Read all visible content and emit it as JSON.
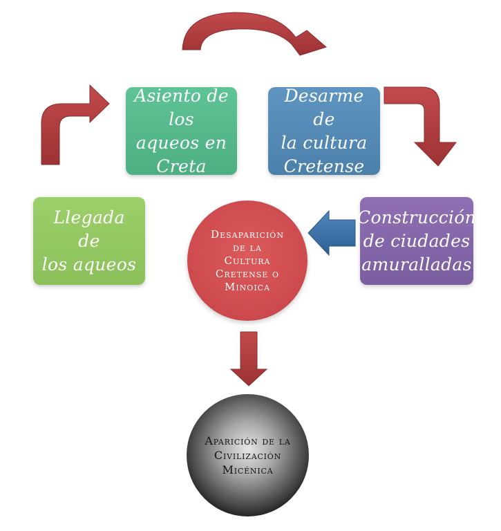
{
  "nodes": {
    "llegada": "Llegada de\nlos aqueos",
    "asiento": "Asiento de los\naqueos en\nCreta",
    "desarme": "Desarme de\nla cultura\nCretense",
    "construccion": "Construcción\nde ciudades\namuralladas",
    "desaparicion": "Desaparición\nde la\nCultura\nCretense o\nMinoica",
    "aparicion": "Aparición de la\nCivilización\nMicénica"
  },
  "colors": {
    "arrow_red": "#a8393b",
    "arrow_blue": "#3d6fa3",
    "node_green_light": "#8bc05a",
    "node_teal": "#4daf82",
    "node_blue": "#4b80ab",
    "node_purple": "#7a5ea0",
    "node_red": "#cc4a4d",
    "node_black": "#000000"
  }
}
